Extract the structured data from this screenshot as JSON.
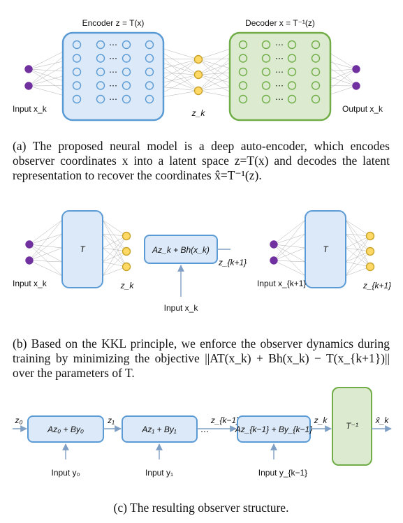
{
  "colors": {
    "blue_fill": "#dce9f8",
    "blue_stroke": "#5b9bd5",
    "green_fill": "#dcebd0",
    "green_stroke": "#70ad47",
    "input_node": "#7030a0",
    "latent_node": "#ffd966",
    "latent_stroke": "#c9a227",
    "arrow": "#7f9fc4",
    "edges": "#b0b0b0"
  },
  "panel_a": {
    "encoder_label": "Encoder z = T(x)",
    "decoder_label": "Decoder x = T⁻¹(z)",
    "input_label": "Input x_k",
    "latent_label": "z_k",
    "output_label": "Output x_k",
    "ellipsis": "⋯"
  },
  "caption_a": "(a) The proposed neural model is a deep auto-encoder, which encodes observer coordinates x into a latent space z=T(x) and decodes the latent representation to recover the coordinates x̂=T⁻¹(z).",
  "panel_b": {
    "t_label": "T",
    "box_label": "Az_k + Bh(x_k)",
    "input_left": "Input x_k",
    "latent_left": "z_k",
    "z_next": "z_{k+1}",
    "input_bottom": "Input x_k",
    "input_right": "Input x_{k+1}",
    "latent_right": "z_{k+1}"
  },
  "caption_b": "(b) Based on the KKL principle, we enforce the observer dynamics during training by minimizing the objective ||AT(x_k) + Bh(x_k) − T(x_{k+1})|| over the parameters of T.",
  "panel_c": {
    "z0": "z₀",
    "z1": "z₁",
    "zk1": "z_{k−1}",
    "zk": "z_k",
    "box0": "Az₀ + By₀",
    "box1": "Az₁ + By₁",
    "boxk": "Az_{k−1} + By_{k−1}",
    "tinv": "T⁻¹",
    "xhat": "x̂_k",
    "dots": "⋯",
    "input0": "Input y₀",
    "input1": "Input y₁",
    "inputk": "Input y_{k−1}"
  },
  "caption_c": "(c) The resulting observer structure."
}
